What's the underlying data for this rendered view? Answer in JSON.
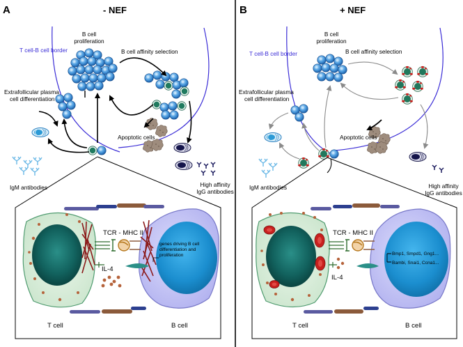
{
  "panel_a": {
    "letter": "A",
    "title": "- NEF",
    "border_label": "T cell-B cell border",
    "proliferation": [
      "B cell",
      "proliferation"
    ],
    "affinity_selection": "B cell affinity selection",
    "plasma_diff": [
      "Extrafollicular plasma",
      "cell differentiation"
    ],
    "apoptotic": "Apoptotic cells",
    "igm": "IgM antibodies",
    "high_affinity": [
      "High affinity",
      "IgG antibodies"
    ],
    "tcr": "TCR - MHC II",
    "il4": "IL-4",
    "genes": [
      "genes driving B cell",
      "differentiation and",
      "proliferation"
    ],
    "t_cell": "T cell",
    "b_cell": "B cell"
  },
  "panel_b": {
    "letter": "B",
    "title": "+ NEF",
    "border_label": "T cell-B cell border",
    "proliferation": [
      "B cell",
      "proliferation"
    ],
    "affinity_selection": "B cell affinity selection",
    "plasma_diff": [
      "Extrafollicular plasma",
      "cell differentiation"
    ],
    "apoptotic": "Apoptotic cells",
    "igm": "IgM antibodies",
    "high_affinity": [
      "High affinity",
      "IgG antibodies"
    ],
    "tcr": "TCR - MHC II",
    "il4": "IL-4",
    "genes_up": "Bmp1, Smpd1, Gng1...",
    "genes_down": "Bambi, Snai1, Ccna1...",
    "t_cell": "T cell",
    "b_cell": "B cell"
  },
  "colors": {
    "b_cell_blue": "#3a86d4",
    "t_cell_green": "#d8ecd9",
    "border_purple": "#3a2cd6",
    "actin_red": "#8b1a1a",
    "nef_red": "#c8201e"
  }
}
